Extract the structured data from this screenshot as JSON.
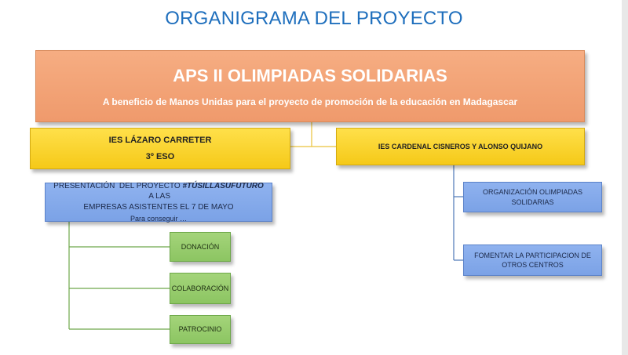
{
  "title": "ORGANIGRAMA DEL PROYECTO",
  "main": {
    "title": "APS II OLIMPIADAS SOLIDARIAS",
    "subtitle": "A beneficio de Manos Unidas para el proyecto de promoción de la educación en Madagascar"
  },
  "left_school": {
    "name": "IES LÁZARO CARRETER",
    "grade": "3º ESO"
  },
  "right_school": {
    "name": "IES CARDENAL CISNEROS Y ALONSO QUIJANO"
  },
  "presentation": {
    "line1_prefix": "PRESENTACIÓN  DEL PROYECTO ",
    "hashtag": "#TÚSILLASUFUTURO",
    "line1_suffix": " A LAS",
    "line2": "EMPRESAS ASISTENTES EL 7 DE MAYO",
    "line3": "Para conseguir …"
  },
  "goals": [
    "DONACIÓN",
    "COLABORACIÓN",
    "PATROCINIO"
  ],
  "right_tasks": [
    {
      "line1": "ORGANIZACIÓN OLIMPIADAS",
      "line2": "SOLIDARIAS"
    },
    {
      "line1": "FOMENTAR LA PARTICIPACION DE",
      "line2": "OTROS CENTROS"
    }
  ],
  "colors": {
    "title": "#1f6fbd",
    "orange": "#ef9a6c",
    "yellow": "#f5c918",
    "blue": "#7ba2e6",
    "green": "#8cc562"
  }
}
